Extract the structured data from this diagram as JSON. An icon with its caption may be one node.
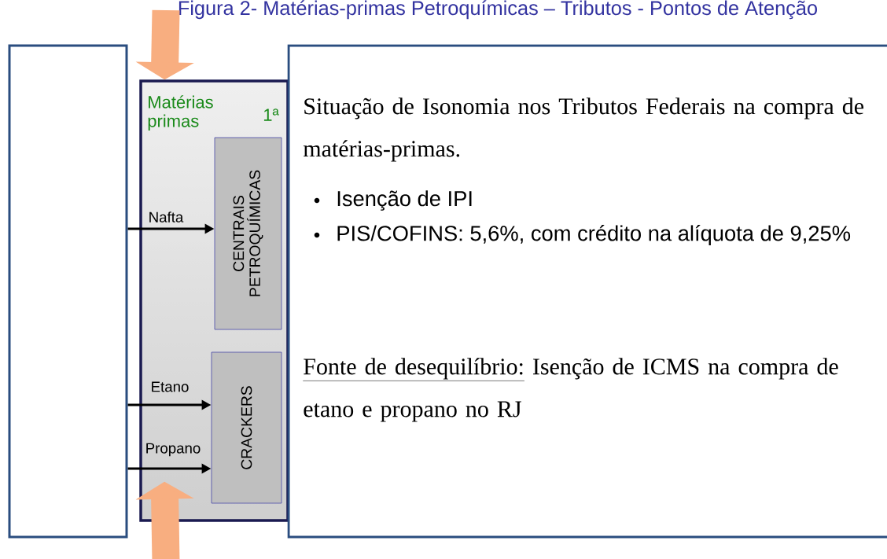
{
  "diagram": {
    "title": "Figura 2- Matérias-primas Petroquímicas – Tributos - Pontos de Atenção",
    "nodes": [
      {
        "text": [],
        "shape": "box"
      },
      {
        "text": [
          "Matérias primas",
          "1ª"
        ]
      },
      {
        "text": [
          "CENTRAIS PETROQUÍMICAS"
        ],
        "in": 1
      },
      {
        "text": [
          "CRACKERS"
        ],
        "in": 1
      },
      {
        "text": [
          "Situação de Isonomia nos Tributos Federais na compra de matérias-primas.",
          "Isenção de IPI",
          "PIS/COFINS: 5,6%, com crédito na alíquota de 9,25%",
          "Fonte de desequilíbrio:",
          "Isenção de ICMS na compra de etano e propano no RJ"
        ]
      }
    ],
    "edges": [
      {
        "from": 0,
        "to": 2,
        "arrow": "to",
        "label": "Nafta"
      },
      {
        "from": 0,
        "to": 3,
        "arrow": "to",
        "label": "Etano"
      },
      {
        "from": 0,
        "to": 3,
        "arrow": "to",
        "label": "Propano"
      },
      {
        "from": null,
        "to": 1,
        "arrow": "to",
        "style": "thick",
        "color": "#f8ae80"
      },
      {
        "from": null,
        "to": 1,
        "arrow": "to",
        "style": "thick",
        "color": "#f8ae80"
      }
    ]
  }
}
